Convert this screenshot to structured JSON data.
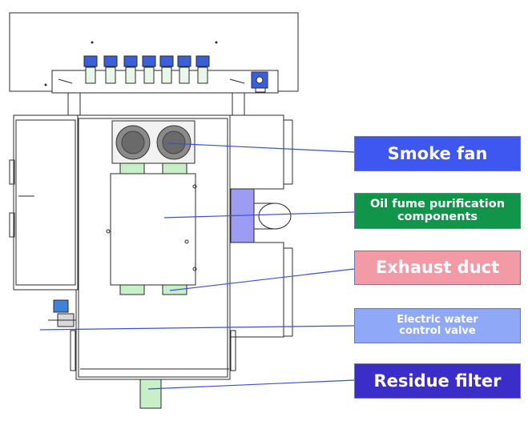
{
  "diagram": {
    "labels": [
      {
        "id": "smoke-fan",
        "text": "Smoke fan",
        "color": "#3d57f0"
      },
      {
        "id": "oil-fume",
        "text": "Oil fume purification\ncomponents",
        "color": "#11954a"
      },
      {
        "id": "exhaust-duct",
        "text": "Exhaust duct",
        "color": "#f29ba6"
      },
      {
        "id": "water-valve",
        "text": "Electric water\ncontrol valve",
        "color": "#8fa8f7"
      },
      {
        "id": "residue-filter",
        "text": "Residue filter",
        "color": "#3b2ec8"
      }
    ],
    "colors": {
      "line": "#2a2a2a",
      "pointer": "#3a4fd8",
      "duct": "#9c9cf2",
      "filter_pipe": "#c8f0c8",
      "valve": "#3f82d8",
      "fan": "#5a5a5a"
    }
  }
}
